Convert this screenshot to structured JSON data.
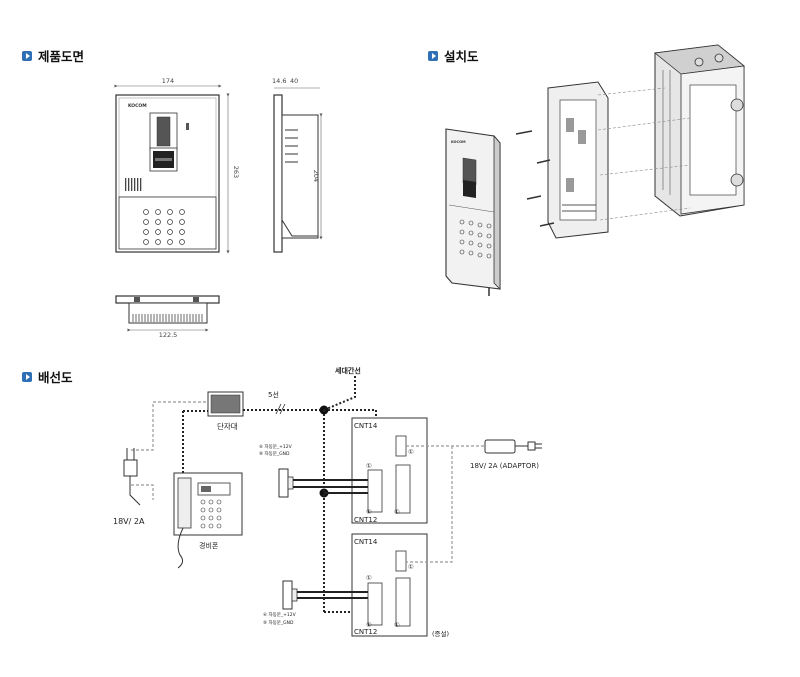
{
  "sections": {
    "product_drawing": {
      "title": "제품도면"
    },
    "installation": {
      "title": "설치도"
    },
    "wiring": {
      "title": "배선도"
    }
  },
  "product_drawing": {
    "dim_width": "174",
    "dim_height": "263",
    "dim_depth_a": "14.6",
    "dim_depth_b": "40",
    "dim_inner_height": "204",
    "dim_bottom_width": "122.5",
    "brand": "KOCOM"
  },
  "wiring": {
    "household_line": "세대간선",
    "five_wire": "5선",
    "terminal_block": "단자대",
    "left_power": "18V/ 2A",
    "guard_phone": "경비폰",
    "adaptor": "18V/ 2A (ADAPTOR)",
    "lock_label_1a": "⑥ 자동문_+12V",
    "lock_label_1b": "⑨ 자동문_GND",
    "lock_label_2a": "⑥ 자동문_+12V",
    "lock_label_2b": "⑨ 자동문_GND",
    "board1_top": "CNT14",
    "board1_bottom": "CNT12",
    "board2_top": "CNT14",
    "board2_bottom": "CNT12",
    "extension": "(증설)",
    "pin_marker": "①"
  }
}
